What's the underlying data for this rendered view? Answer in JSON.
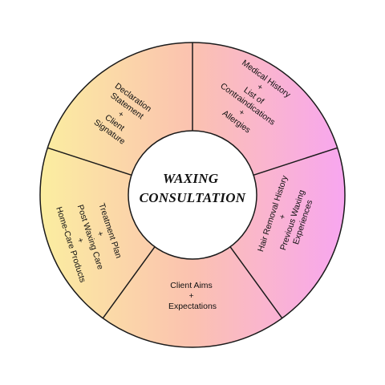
{
  "center": {
    "lines": [
      "WAXING",
      "CONSULTATION"
    ]
  },
  "segments": [
    {
      "id": "medical-history",
      "lines": [
        "Medical History",
        "+",
        "List of",
        "Contraindications",
        "+",
        "Allergies"
      ]
    },
    {
      "id": "hair-removal-history",
      "lines": [
        "Hair Removal History",
        "+",
        "Previous Waxing",
        "Experiences"
      ]
    },
    {
      "id": "client-aims",
      "lines": [
        "Client Aims",
        "+",
        "Expectations"
      ]
    },
    {
      "id": "treatment-plan",
      "lines": [
        "Treatment Plan",
        "+",
        "Post Waxing Care",
        "+",
        "Home-Care Products"
      ]
    },
    {
      "id": "declaration",
      "lines": [
        "Declaration",
        "Statement",
        "+",
        "Client",
        "Signature"
      ]
    }
  ],
  "colors": {
    "gradient_left": "#fbeea0",
    "gradient_mid": "#fbc2b0",
    "gradient_right": "#f8a6f0",
    "stroke": "#1a1a1a",
    "center_fill": "#ffffff"
  }
}
